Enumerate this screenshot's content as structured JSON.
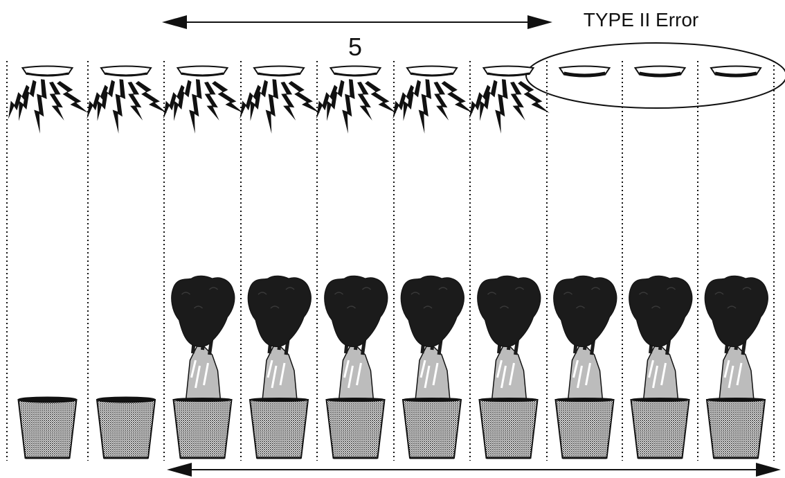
{
  "labels": {
    "count": "5",
    "error_label": "TYPE II Error"
  },
  "structure": {
    "columns": 10,
    "dishes": 10,
    "lightning_columns": 7,
    "plant_columns": 8,
    "empty_pot_columns": 2,
    "circled_dishes": 3
  },
  "colors": {
    "ink": "#111111",
    "foliage": "#1b1b1b",
    "pot_fill": "#d8d8d8",
    "stem_fill": "#bcbcbc",
    "background": "#ffffff"
  }
}
